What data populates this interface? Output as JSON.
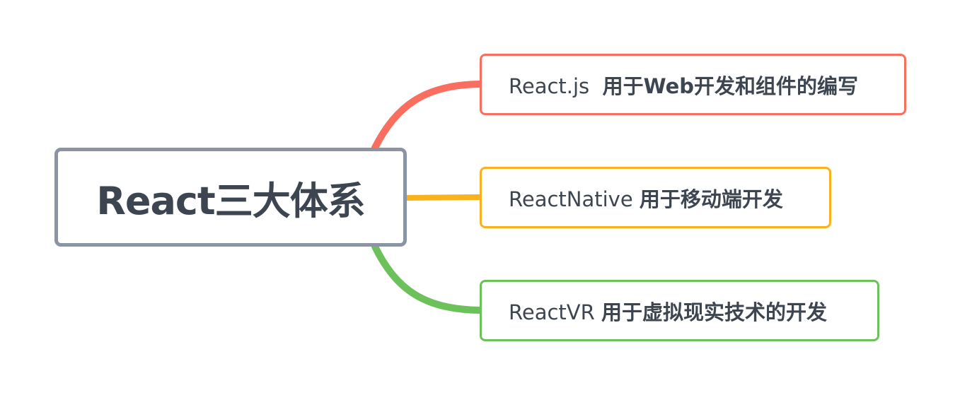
{
  "root": {
    "label": "React三大体系",
    "border_color": "#8a94a3"
  },
  "branches": [
    {
      "name": "React.js",
      "description": "用于Web开发和组件的编写",
      "color": "#fa6e5f"
    },
    {
      "name": "ReactNative",
      "description": "用于移动端开发",
      "color": "#f7b21d"
    },
    {
      "name": "ReactVR",
      "description": "用于虚拟现实技术的开发",
      "color": "#6cc15a"
    }
  ]
}
